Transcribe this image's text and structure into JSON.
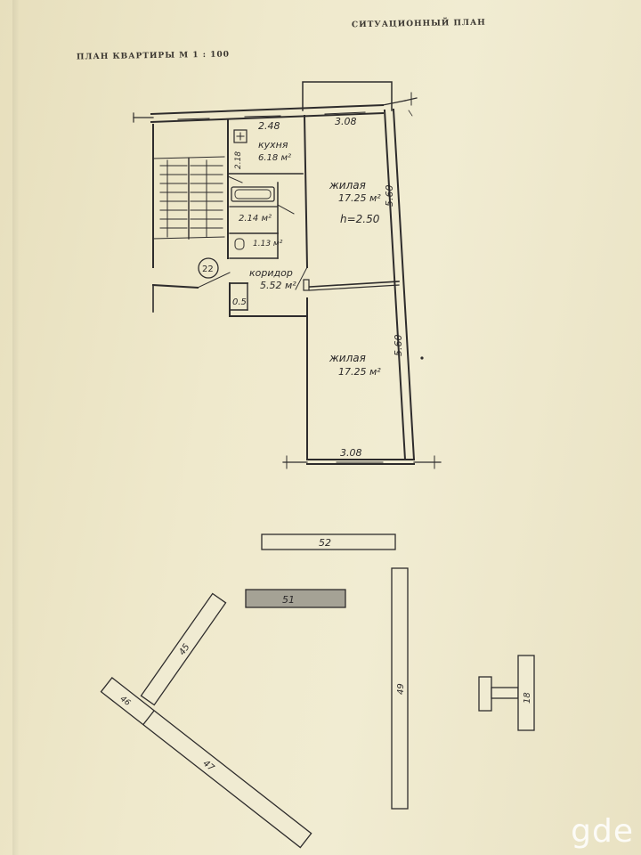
{
  "header": {
    "plan_title": "ПЛАН КВАРТИРЫ  М 1 : 100",
    "situation_title": "СИТУАЦИОННЫЙ ПЛАН"
  },
  "floor_plan": {
    "dim_top_left": "2.48",
    "dim_top_right": "3.08",
    "dim_bottom": "3.08",
    "dim_right_upper": "5.60",
    "dim_right_lower": "5.60",
    "dim_kitchen_side": "2.18",
    "kitchen_name": "кухня",
    "kitchen_area": "6.18 м²",
    "bath_area": "2.14 м²",
    "wc_area": "1.13 м²",
    "corridor_name": "коридор",
    "corridor_area": "5.52 м²",
    "closet_area": "0.5",
    "living1_name": "жилая",
    "living1_area": "17.25 м²",
    "ceiling_height": "h=2.50",
    "living2_name": "жилая",
    "living2_area": "17.25 м²",
    "apartment_number": "22"
  },
  "situation_plan": {
    "buildings": [
      "52",
      "51",
      "45",
      "46",
      "47",
      "49",
      "18"
    ]
  },
  "watermark": "gde"
}
